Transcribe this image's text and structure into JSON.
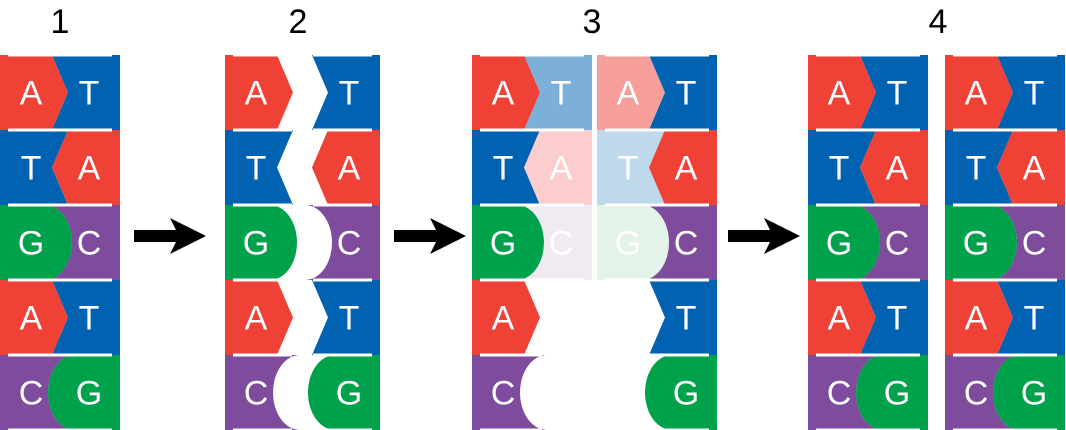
{
  "colors": {
    "A": "#ef4136",
    "T": "#0062b0",
    "G": "#00a14b",
    "C": "#7f4b9d",
    "A_new": "#f69e9a",
    "T_new": "#7db0d8",
    "G_new": "#e3f3ea",
    "C_new": "#f0ebf3",
    "A_new2": "#fbcdcd",
    "T_new2": "#bed8ec"
  },
  "stages": [
    {
      "label": "1",
      "strands": [
        {
          "side": "left",
          "bases": [
            "A",
            "T",
            "G",
            "A",
            "C"
          ]
        },
        {
          "side": "right",
          "bases": [
            "T",
            "A",
            "C",
            "T",
            "G"
          ]
        }
      ]
    },
    {
      "label": "2",
      "strands": [
        {
          "side": "left",
          "bases": [
            "A",
            "T",
            "G",
            "A",
            "C"
          ]
        },
        {
          "side": "right",
          "bases": [
            "T",
            "A",
            "C",
            "T",
            "G"
          ]
        }
      ]
    },
    {
      "label": "3",
      "strands": [
        {
          "side": "left",
          "bases": [
            "A",
            "T",
            "G",
            "A",
            "C"
          ]
        },
        {
          "side": "right-new",
          "bases": [
            "T",
            "A",
            "C"
          ]
        },
        {
          "side": "left-new",
          "bases": [
            "A",
            "T",
            "G"
          ]
        },
        {
          "side": "right",
          "bases": [
            "T",
            "A",
            "C",
            "T",
            "G"
          ]
        }
      ]
    },
    {
      "label": "4",
      "strands": [
        {
          "side": "left",
          "bases": [
            "A",
            "T",
            "G",
            "A",
            "C"
          ]
        },
        {
          "side": "right",
          "bases": [
            "T",
            "A",
            "C",
            "T",
            "G"
          ]
        },
        {
          "side": "left",
          "bases": [
            "A",
            "T",
            "G",
            "A",
            "C"
          ]
        },
        {
          "side": "right",
          "bases": [
            "T",
            "A",
            "C",
            "T",
            "G"
          ]
        }
      ]
    }
  ],
  "arrows": 3
}
